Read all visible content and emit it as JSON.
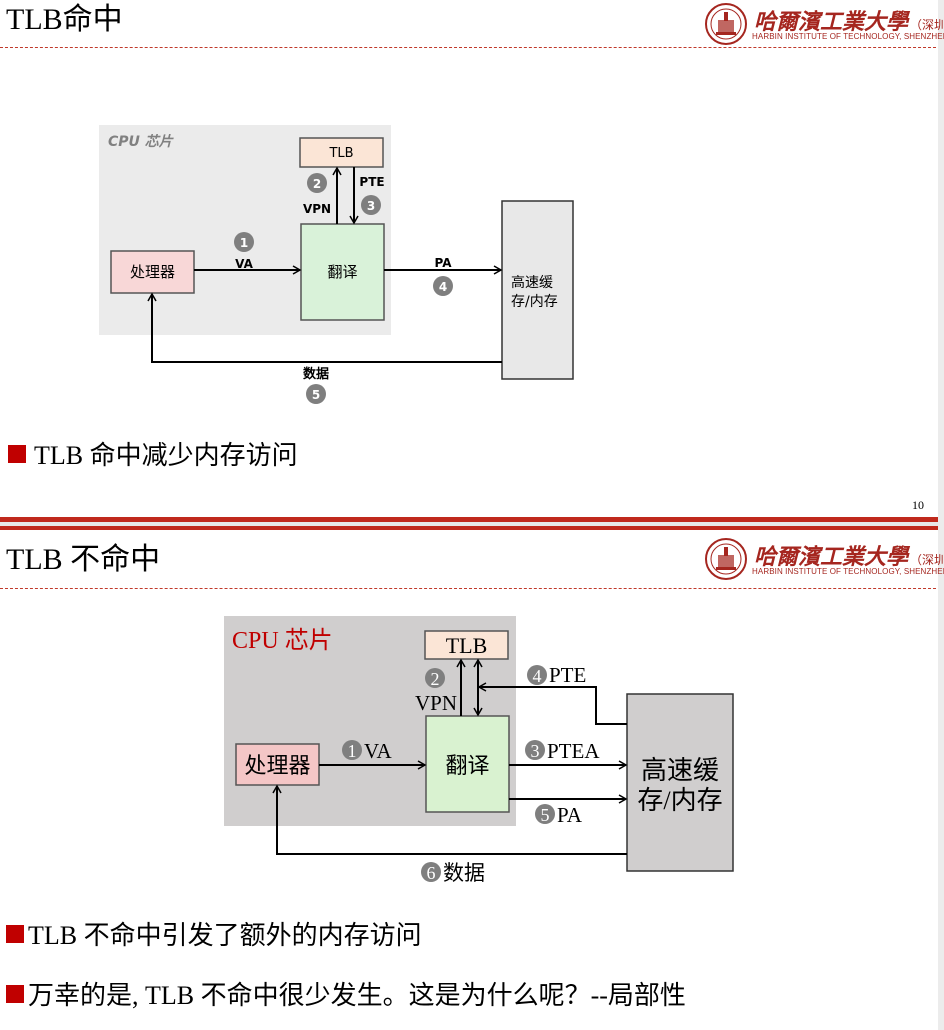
{
  "slide1": {
    "title": "TLB命中",
    "logo": {
      "name_cn": "哈爾濱工業大學",
      "campus_cn": "（深圳）",
      "name_en": "HARBIN INSTITUTE OF TECHNOLOGY, SHENZHEN"
    },
    "diagram": {
      "chip_label": "CPU 芯片",
      "processor": "处理器",
      "tlb": "TLB",
      "translate": "翻译",
      "cache": [
        "高速缓",
        "存/内存"
      ],
      "steps": [
        {
          "num": "1",
          "label": "VA"
        },
        {
          "num": "2",
          "label": "VPN"
        },
        {
          "num": "3",
          "label": "PTE"
        },
        {
          "num": "4",
          "label": "PA"
        },
        {
          "num": "5",
          "label": "数据"
        }
      ]
    },
    "bullets": [
      "TLB 命中减少内存访问"
    ],
    "page_number": "10"
  },
  "slide2": {
    "title": "TLB 不命中",
    "logo": {
      "name_cn": "哈爾濱工業大學",
      "campus_cn": "（深圳）",
      "name_en": "HARBIN INSTITUTE OF TECHNOLOGY, SHENZHEN"
    },
    "diagram": {
      "chip_label": "CPU 芯片",
      "processor": "处理器",
      "tlb": "TLB",
      "translate": "翻译",
      "cache": [
        "高速缓",
        "存/内存"
      ],
      "steps": [
        {
          "num": "1",
          "label": "VA"
        },
        {
          "num": "2",
          "label": "VPN"
        },
        {
          "num": "3",
          "label": "PTEA"
        },
        {
          "num": "4",
          "label": "PTE"
        },
        {
          "num": "5",
          "label": "PA"
        },
        {
          "num": "6",
          "label": "数据"
        }
      ]
    },
    "bullets": [
      "TLB 不命中引发了额外的内存访问",
      "万幸的是, TLB 不命中很少发生。这是为什么呢？--局部性"
    ]
  },
  "colors": {
    "accent_red": "#c00000",
    "separator_red": "#c0291c",
    "logo_red": "#a5261f",
    "chip_bg_1": "#ebebeb",
    "chip_bg_2": "#d0cece",
    "processor_fill": "#f8d7d7",
    "tlb_fill": "#fbe5d6",
    "translate_fill": "#d9f2d9",
    "cache_fill_1": "#e8e8e8",
    "cache_fill_2": "#d0cece",
    "step_badge": "#7f7f7f"
  }
}
